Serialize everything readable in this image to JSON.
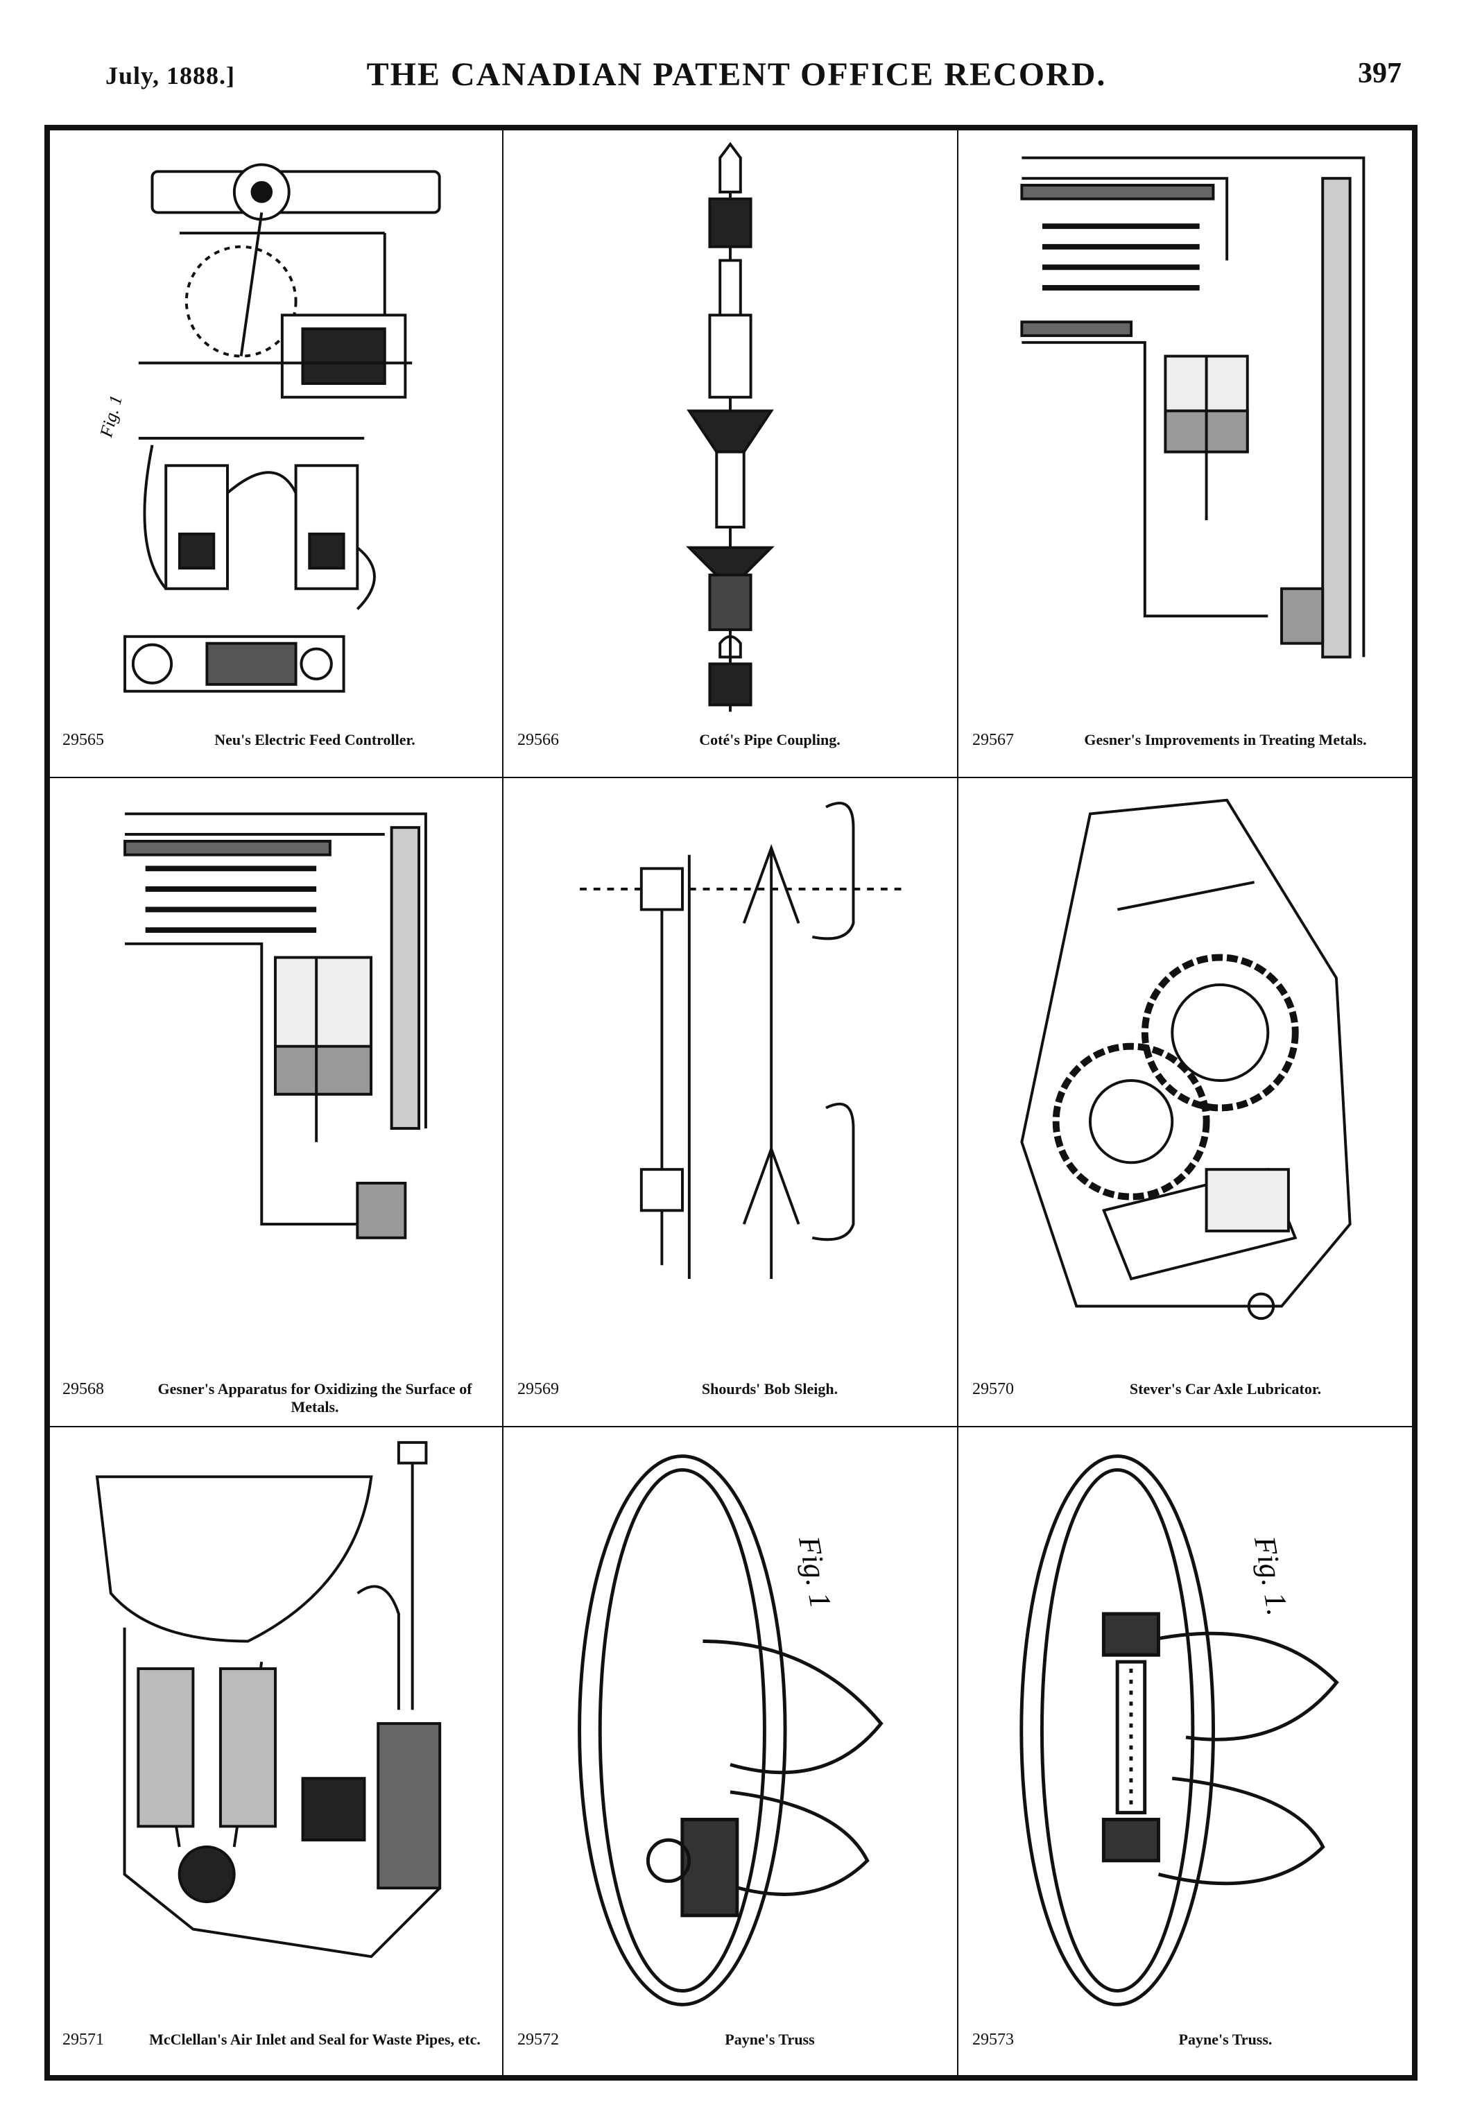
{
  "header": {
    "date": "July, 1888.]",
    "title": "THE CANADIAN PATENT OFFICE RECORD.",
    "page": "397"
  },
  "patents": [
    {
      "number": "29565",
      "title": "Neu's Electric Feed Controller."
    },
    {
      "number": "29566",
      "title": "Coté's Pipe Coupling."
    },
    {
      "number": "29567",
      "title": "Gesner's Improvements in Treating Metals."
    },
    {
      "number": "29568",
      "title": "Gesner's Apparatus for Oxidizing the Surface of Metals."
    },
    {
      "number": "29569",
      "title": "Shourds' Bob Sleigh."
    },
    {
      "number": "29570",
      "title": "Stever's Car Axle Lubricator."
    },
    {
      "number": "29571",
      "title": "McClellan's Air Inlet and Seal for Waste Pipes, etc."
    },
    {
      "number": "29572",
      "title": "Payne's Truss"
    },
    {
      "number": "29573",
      "title": "Payne's Truss."
    }
  ],
  "figure_labels": {
    "fig1": "Fig. 1",
    "fig1b": "Fig. 1."
  }
}
